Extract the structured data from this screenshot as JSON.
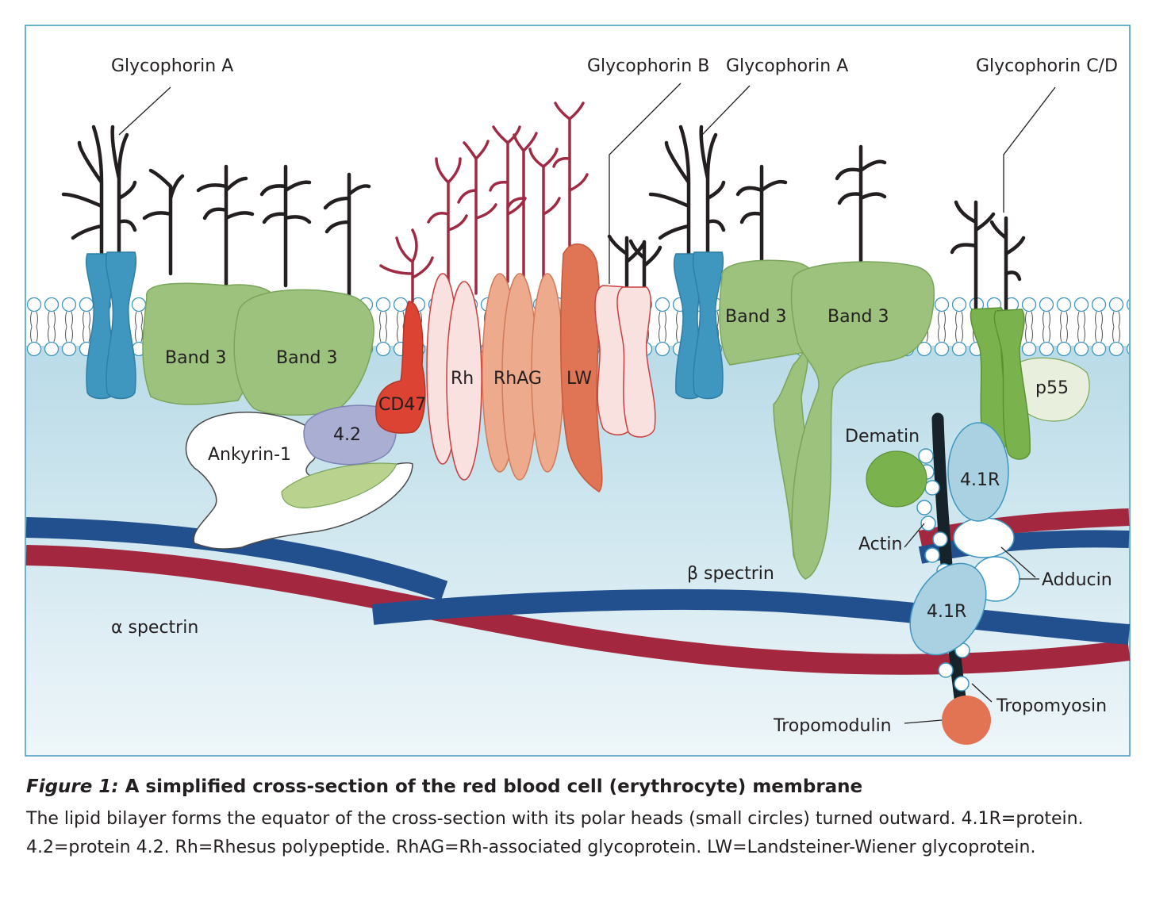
{
  "labels": {
    "glycophorin_a_left": "Glycophorin A",
    "glycophorin_b": "Glycophorin B",
    "glycophorin_a_right": "Glycophorin A",
    "glycophorin_cd": "Glycophorin C/D",
    "band3_1": "Band 3",
    "band3_2": "Band 3",
    "band3_3": "Band 3",
    "band3_4": "Band 3",
    "ankyrin": "Ankyrin-1",
    "protein42": "4.2",
    "cd47": "CD47",
    "rh": "Rh",
    "rhag": "RhAG",
    "lw": "LW",
    "p55": "p55",
    "dematin": "Dematin",
    "protein41r_top": "4.1R",
    "protein41r_bottom": "4.1R",
    "actin": "Actin",
    "adducin": "Adducin",
    "beta_spectrin": "β spectrin",
    "alpha_spectrin": "α spectrin",
    "tropomyosin": "Tropomyosin",
    "tropomodulin": "Tropomodulin"
  },
  "caption": {
    "figure_number": "Figure 1:",
    "title": "A simplified cross-section of the red blood cell (erythrocyte) membrane",
    "body": "The lipid bilayer forms the equator of the cross-section with its polar heads (small circles) turned outward. 4.1R=protein. 4.2=protein 4.2. Rh=Rhesus polypeptide. RhAG=Rh-associated glycoprotein. LW=Landsteiner-Wiener glycoprotein."
  },
  "colors": {
    "cytoplasm": "#b9dbe7",
    "band3": "#9dc27d",
    "glycophorin_a": "#3f97bf",
    "glycophorin_cd": "#7ab34d",
    "cd47": "#dc4332",
    "rhag": "#eeaa8c",
    "lw": "#e07555",
    "rh": "#f9e1df",
    "alpha_spectrin": "#a3283f",
    "beta_spectrin": "#22508f",
    "protein41r": "#a9d1e2",
    "tropomodulin": "#e37453",
    "sugar_black": "#231f20",
    "sugar_red": "#a02a43"
  }
}
